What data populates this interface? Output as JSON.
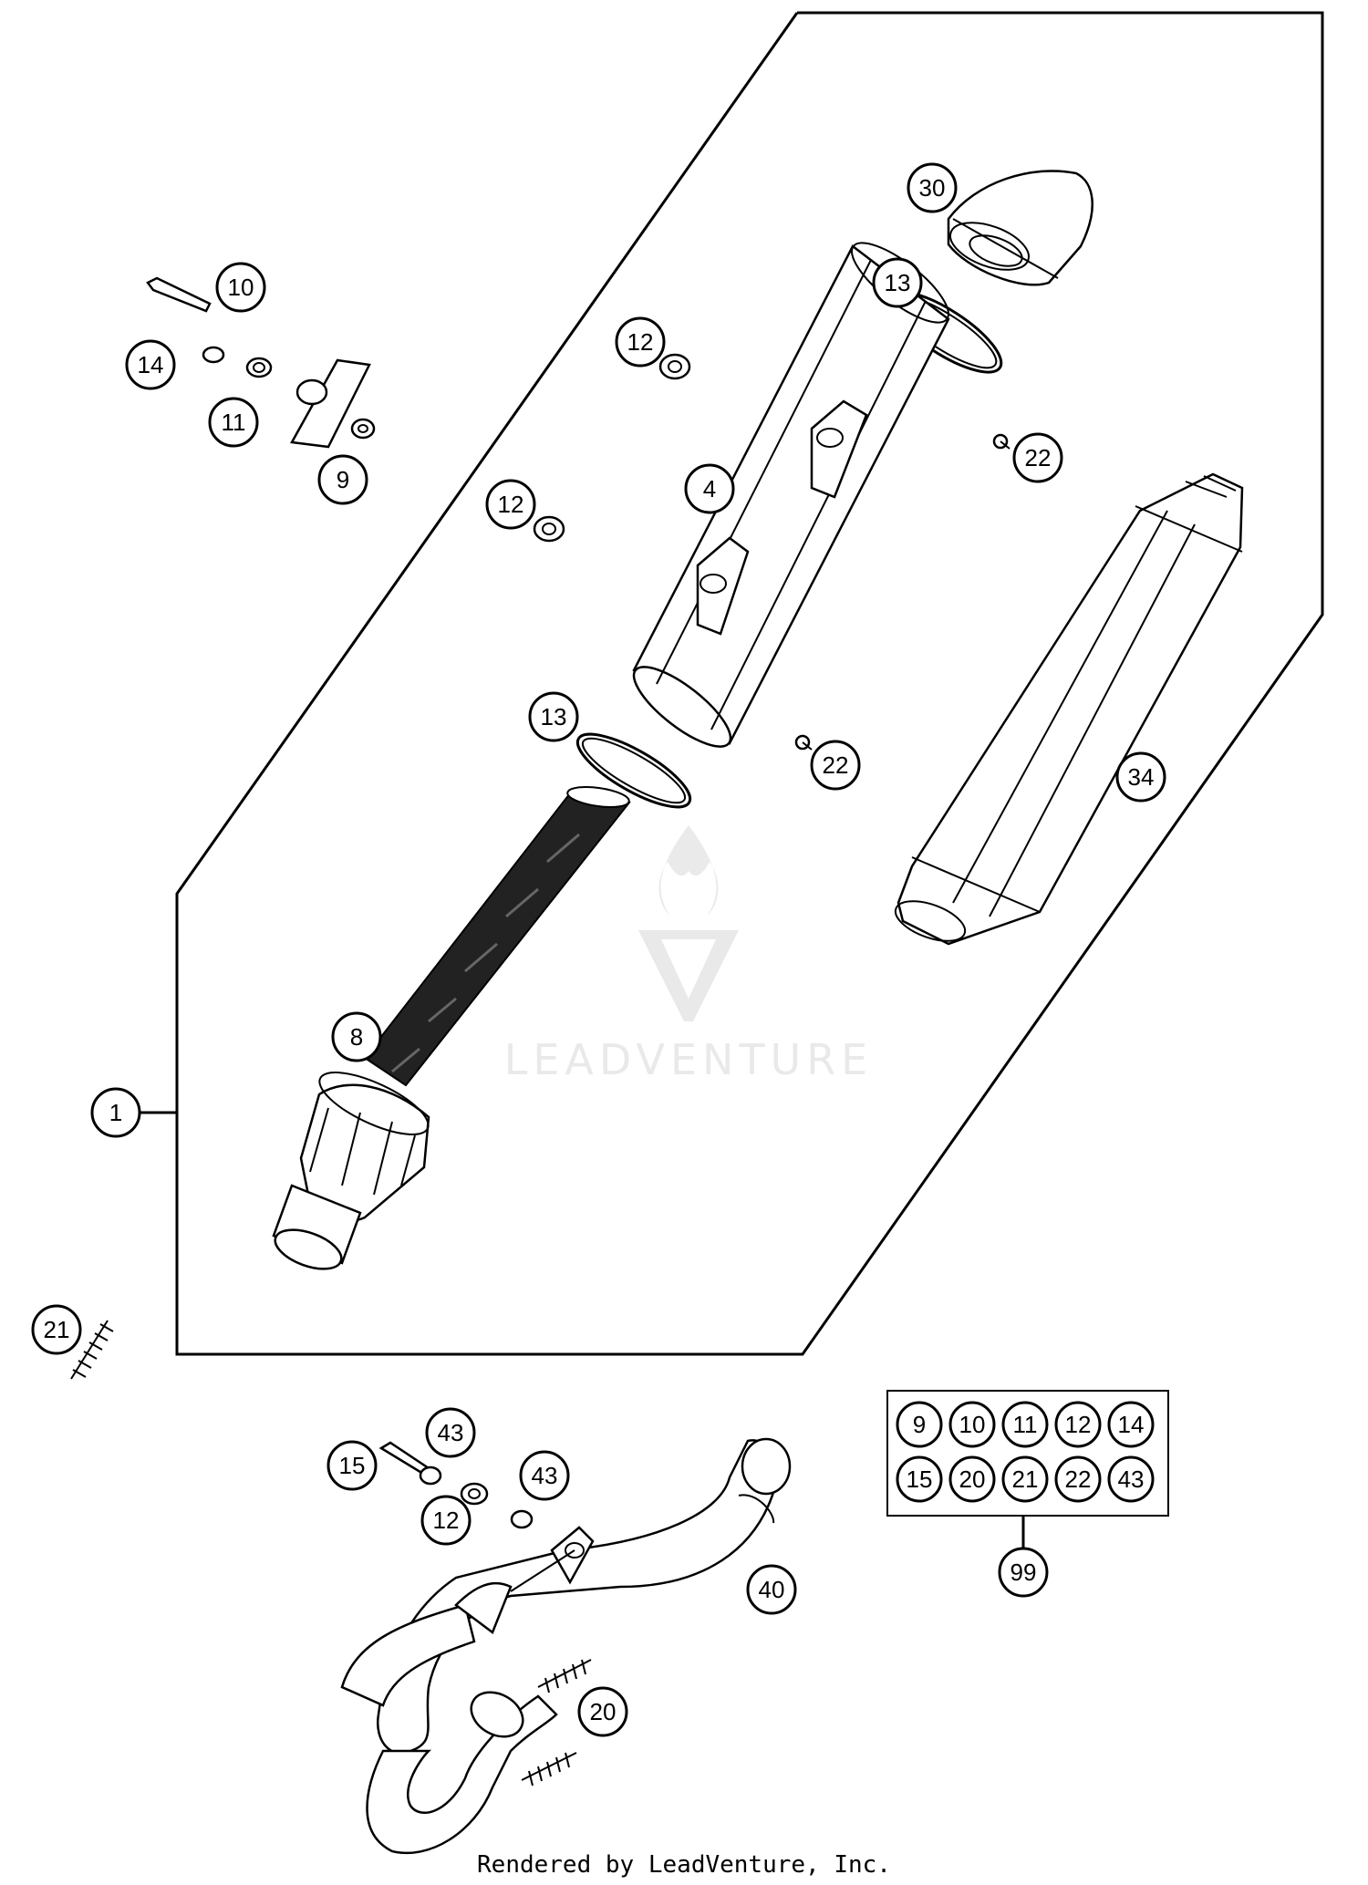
{
  "diagram": {
    "callouts": {
      "c1": "1",
      "c4": "4",
      "c8": "8",
      "c9": "9",
      "c10": "10",
      "c11": "11",
      "c12a": "12",
      "c12b": "12",
      "c12c": "12",
      "c13a": "13",
      "c13b": "13",
      "c14": "14",
      "c15": "15",
      "c20": "20",
      "c21": "21",
      "c22a": "22",
      "c22b": "22",
      "c30": "30",
      "c34": "34",
      "c40": "40",
      "c43a": "43",
      "c43b": "43",
      "c99": "99"
    },
    "kit_grid": [
      [
        "9",
        "10",
        "11",
        "12",
        "14"
      ],
      [
        "15",
        "20",
        "21",
        "22",
        "43"
      ]
    ]
  },
  "watermark": {
    "text": "LEADVENTURE"
  },
  "footer": {
    "text": "Rendered by LeadVenture, Inc."
  }
}
